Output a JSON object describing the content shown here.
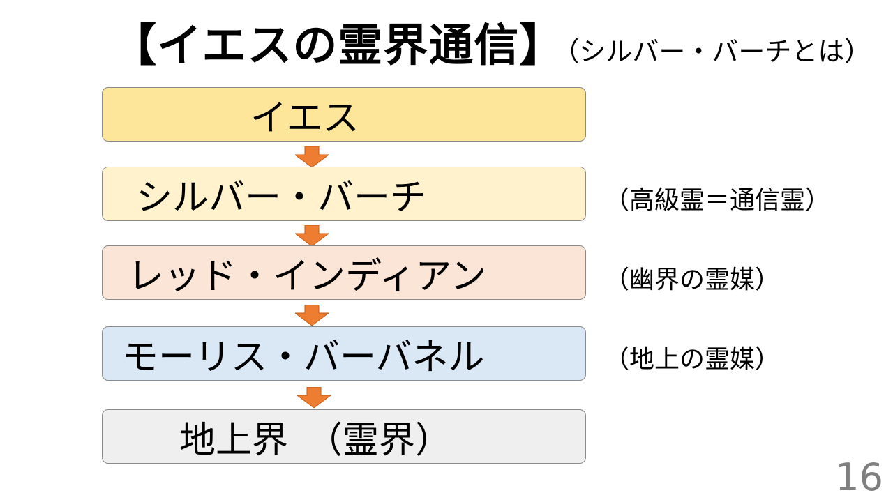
{
  "title": {
    "main": "【イエスの霊界通信】",
    "sub": "（シルバー・バーチとは）"
  },
  "chain": [
    {
      "label": "イエス",
      "note": ""
    },
    {
      "label": "シルバー・バーチ",
      "note": "（高級霊＝通信霊）"
    },
    {
      "label": "レッド・インディアン",
      "note": "（幽界の霊媒）"
    },
    {
      "label": "モーリス・バーバネル",
      "note": "（地上の霊媒）"
    },
    {
      "label": "地上界　（霊界）",
      "note": ""
    }
  ],
  "colors": {
    "box_1": "#fde59a",
    "box_2": "#fff2cc",
    "box_3": "#fbe5d6",
    "box_4": "#dae8f6",
    "box_5": "#efefef",
    "arrow": "#ed7d31"
  },
  "icons": {
    "arrow": "down-arrow-icon"
  },
  "page_number": "16"
}
